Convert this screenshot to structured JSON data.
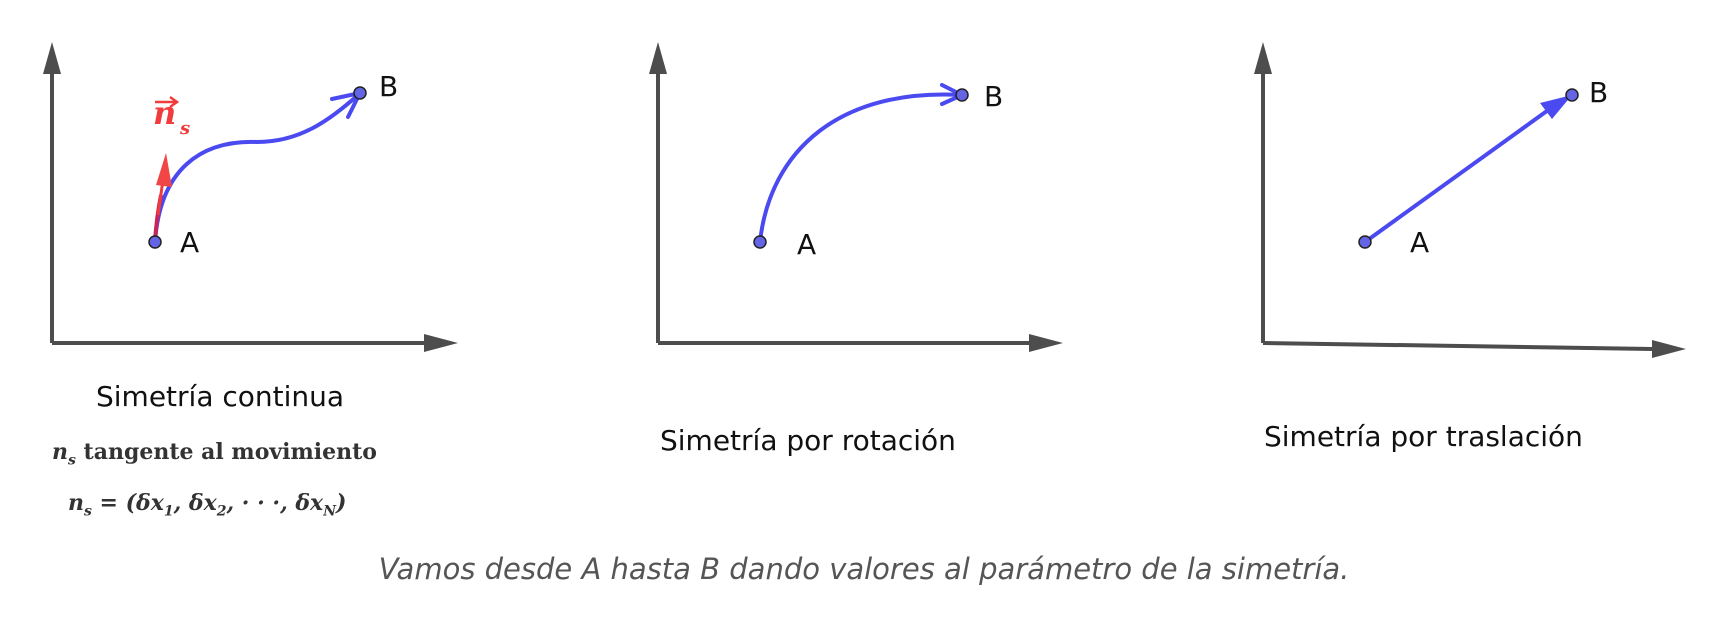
{
  "panels": [
    {
      "title": "Simetría continua",
      "point_a": "A",
      "point_b": "B",
      "vector_label_base": "n",
      "vector_label_sub": "s",
      "note_line1_tail": " tangente al movimiento",
      "note_line2_tail": " = (δx",
      "note_line2_rest": ", δx",
      "note_line2_dots": ", · · ·, δx",
      "note_line2_end": ")",
      "sub1": "1",
      "sub2": "2",
      "subN": "N"
    },
    {
      "title": "Simetría por rotación",
      "point_a": "A",
      "point_b": "B"
    },
    {
      "title": "Simetría por traslación",
      "point_a": "A",
      "point_b": "B"
    }
  ],
  "caption": "Vamos desde A hasta B dando valores al parámetro de la simetría.",
  "colors": {
    "axis": "#4d4d4d",
    "path": "#4a4af0",
    "vector": "#f03c3c",
    "point_fill": "#6464e6"
  }
}
